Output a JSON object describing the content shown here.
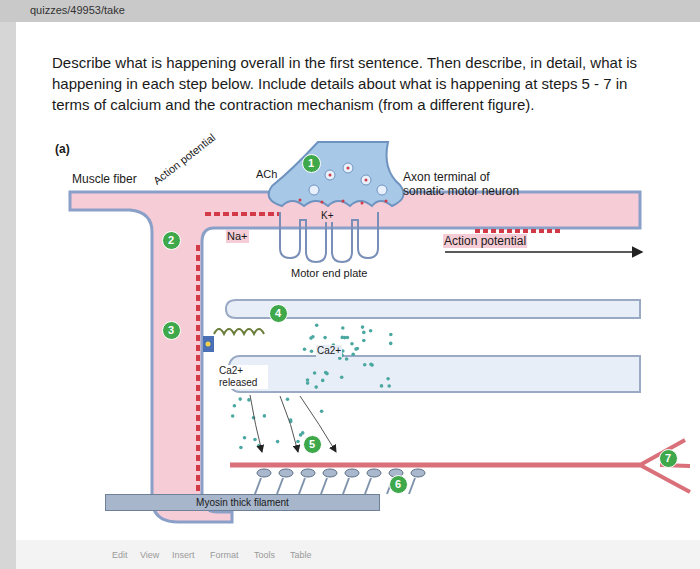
{
  "diagram": {
    "nodes": [
      {
        "text": [
          "1"
        ]
      },
      {
        "text": [
          "2"
        ]
      },
      {
        "text": [
          "3"
        ]
      },
      {
        "text": [
          "4"
        ]
      },
      {
        "text": [
          "5"
        ]
      },
      {
        "text": [
          "6"
        ]
      },
      {
        "text": [
          "7"
        ]
      },
      {
        "text": [
          "Myosin thick filament"
        ]
      }
    ],
    "labels": [
      "quizzes/49953/take",
      "Describe what is happening overall in the first sentence. Then describe, in detail, what is happening in each step below. Include details about what is happening at steps 5 - 7 in terms of calcium and the contraction mechanism (from a different figure).",
      "(a)",
      "Muscle fiber",
      "ACh",
      "Axon terminal of somatic motor neuron",
      "Action potential",
      "K+",
      "Na+",
      "Action potential",
      "Motor end plate",
      "Ca2+",
      "Ca2+ released",
      "Edit",
      "View",
      "Insert",
      "Format",
      "Tools",
      "Table"
    ]
  }
}
